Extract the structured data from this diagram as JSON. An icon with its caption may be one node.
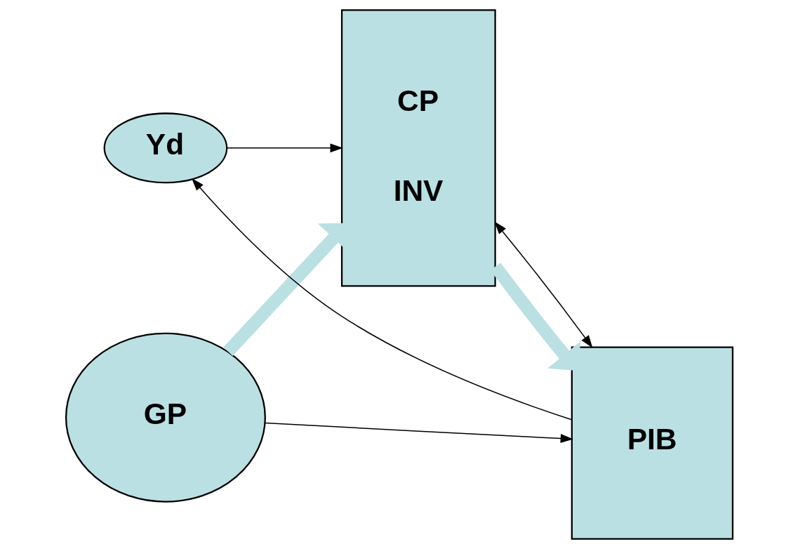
{
  "diagram": {
    "nodes": [
      {
        "text": [
          "Yd"
        ]
      },
      {
        "text": [
          "CP",
          "INV"
        ]
      },
      {
        "text": [
          "GP"
        ]
      },
      {
        "text": [
          "PIB"
        ]
      }
    ],
    "edges": [
      {
        "from": 0,
        "to": 1,
        "arrow": "to"
      },
      {
        "from": 2,
        "to": 1,
        "arrow": "to",
        "style": "thick",
        "color": "#bbe0e3"
      },
      {
        "from": 1,
        "to": 3,
        "arrow": "to",
        "style": "thick",
        "color": "#bbe0e3"
      },
      {
        "from": 3,
        "to": 0,
        "arrow": "to"
      },
      {
        "from": 3,
        "to": 1,
        "arrow": "both"
      },
      {
        "from": 2,
        "to": 3,
        "arrow": "to"
      }
    ]
  }
}
